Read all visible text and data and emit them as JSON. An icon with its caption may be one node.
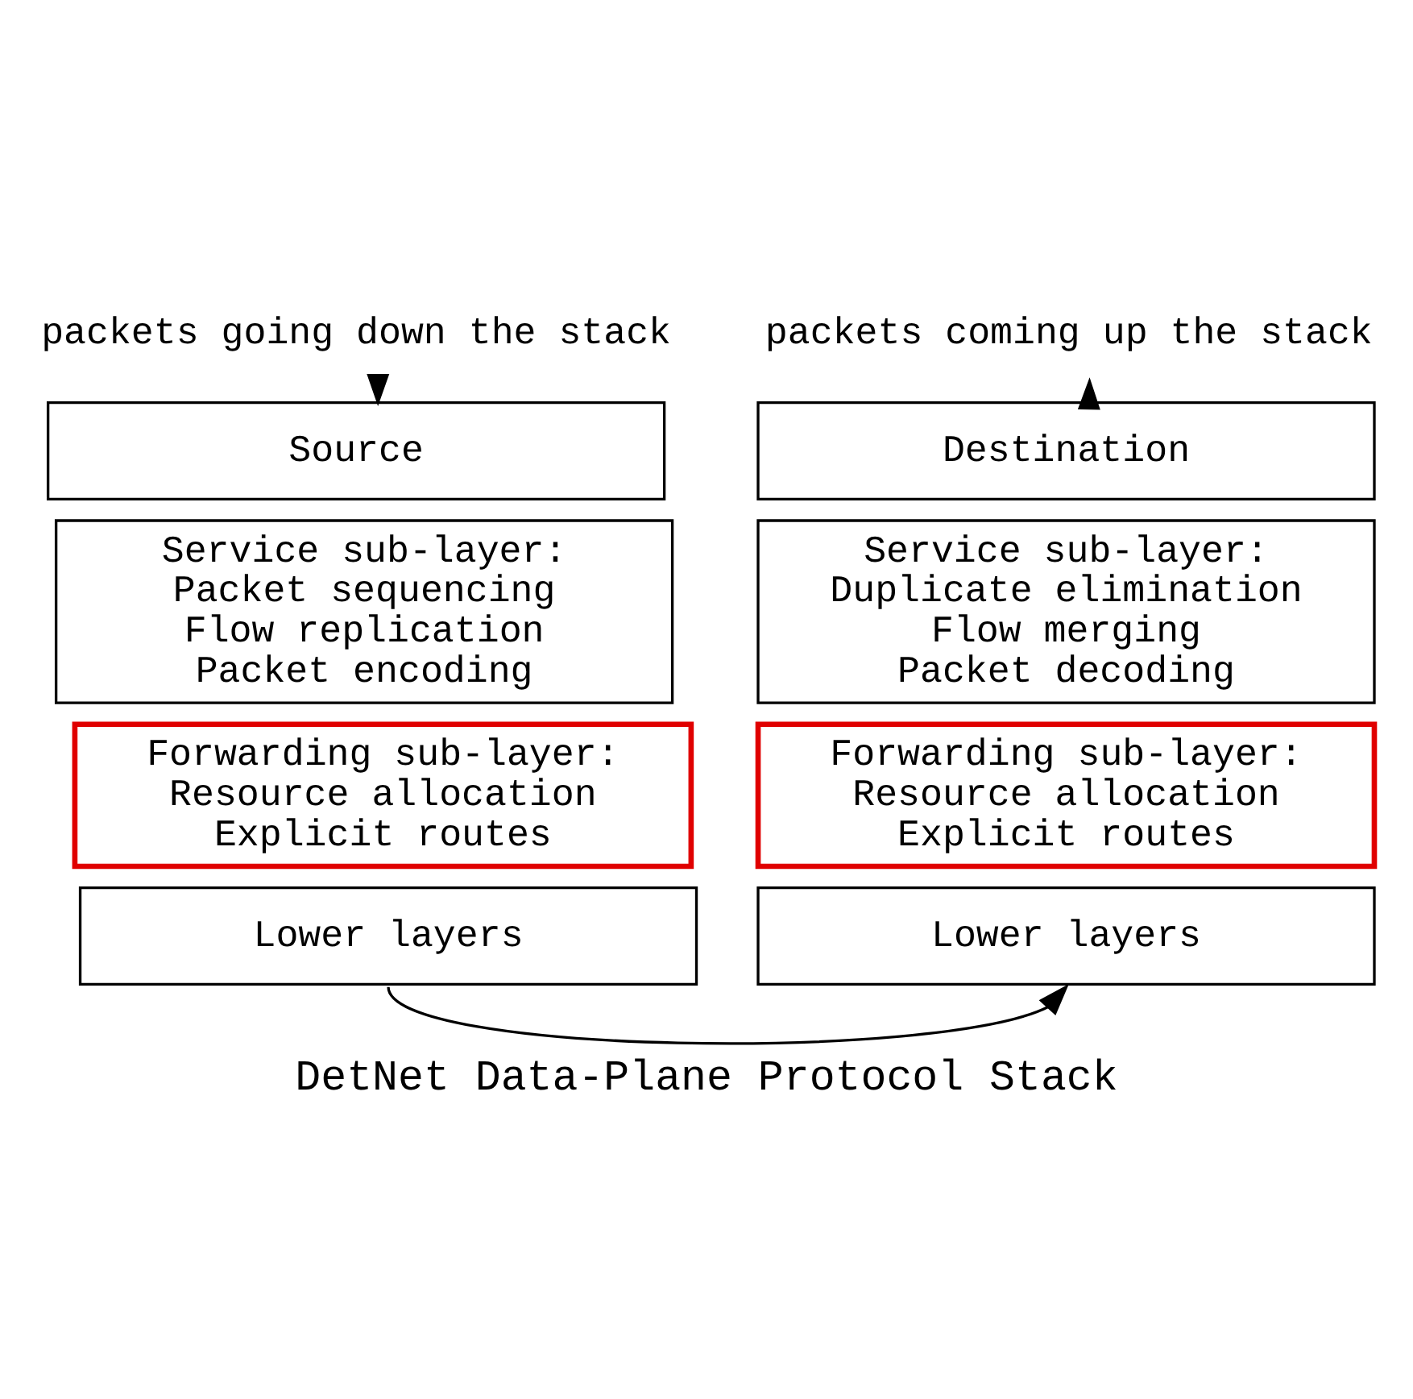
{
  "diagram": {
    "caption": "DetNet Data-Plane Protocol Stack",
    "nodes": [
      {
        "text": [
          "packets going down the stack"
        ]
      },
      {
        "text": [
          "packets coming up the stack"
        ]
      },
      {
        "text": [
          "Source"
        ]
      },
      {
        "text": [
          "Service sub-layer:",
          "Packet sequencing",
          "Flow replication",
          "Packet encoding"
        ]
      },
      {
        "text": [
          "Forwarding sub-layer:",
          "Resource allocation",
          "Explicit routes"
        ]
      },
      {
        "text": [
          "Lower layers"
        ]
      },
      {
        "text": [
          "Destination"
        ]
      },
      {
        "text": [
          "Service sub-layer:",
          "Duplicate elimination",
          "Flow merging",
          "Packet decoding"
        ]
      },
      {
        "text": [
          "Forwarding sub-layer:",
          "Resource allocation",
          "Explicit routes"
        ]
      },
      {
        "text": [
          "Lower layers"
        ]
      }
    ],
    "edges": [
      {
        "from": 0,
        "to": 2,
        "arrow": "to"
      },
      {
        "from": 6,
        "to": 1,
        "arrow": "to"
      },
      {
        "from": 5,
        "to": 9,
        "arrow": "to"
      }
    ]
  }
}
